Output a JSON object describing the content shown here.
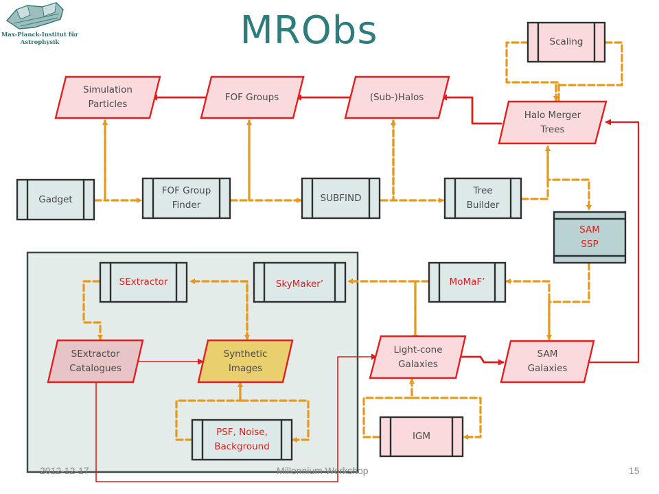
{
  "header": {
    "title": "MRObs",
    "logo_text": "Max-Planck-Institut für Astrophysik"
  },
  "footer": {
    "date": "2012-12-17",
    "event": "Millennium Workshop",
    "page": "15"
  },
  "colors": {
    "title": "#2e7d7d",
    "product_fill": "#fadadd",
    "product_border": "#e0201f",
    "program_fill": "#dde9e8",
    "program_border": "#333333",
    "image_fill": "#e9cf6e",
    "panel_fill": "#e4ecea",
    "panel_border": "#3a4a48",
    "dashed_arrow": "#e39a1e",
    "solid_arrow": "#dd1c1c"
  },
  "nodes": {
    "scaling": "Scaling",
    "sim_particles": "Simulation\nParticles",
    "fof_groups": "FOF Groups",
    "subhalos": "(Sub-)Halos",
    "merger_trees": "Halo Merger\nTrees",
    "gadget": "Gadget",
    "fof_finder": "FOF Group\nFinder",
    "subfind": "SUBFIND",
    "tree_builder": "Tree\nBuilder",
    "sam_ssp": "SAM\nSSP",
    "sextractor": "SExtractor",
    "skymaker": "SkyMaker’",
    "momaf": "MoMaF’",
    "sex_catalogues": "SExtractor\nCatalogues",
    "synthetic_images": "Synthetic\nImages",
    "lightcone": "Light-cone\nGalaxies",
    "sam_galaxies": "SAM\nGalaxies",
    "psf": "PSF, Noise,\nBackground",
    "igm": "IGM"
  }
}
